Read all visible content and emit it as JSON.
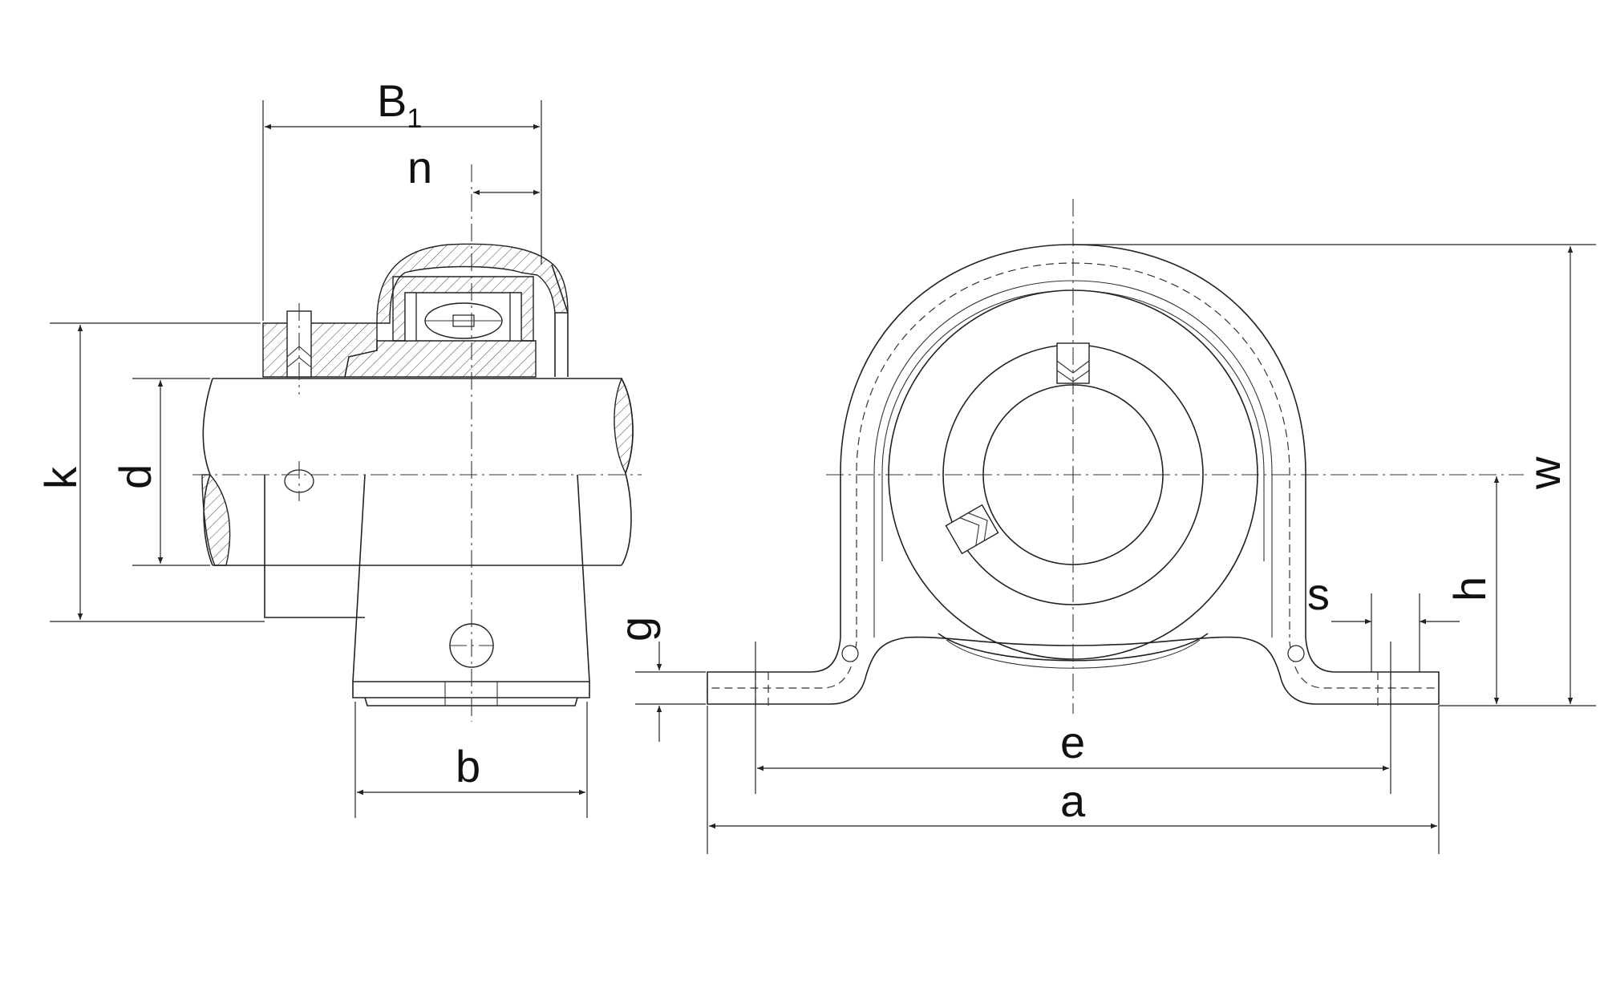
{
  "labels": {
    "B": "B",
    "B_sub": "1",
    "n": "n",
    "k": "k",
    "d": "d",
    "b": "b",
    "g": "g",
    "s": "s",
    "h": "h",
    "w": "w",
    "e": "e",
    "a": "a"
  }
}
